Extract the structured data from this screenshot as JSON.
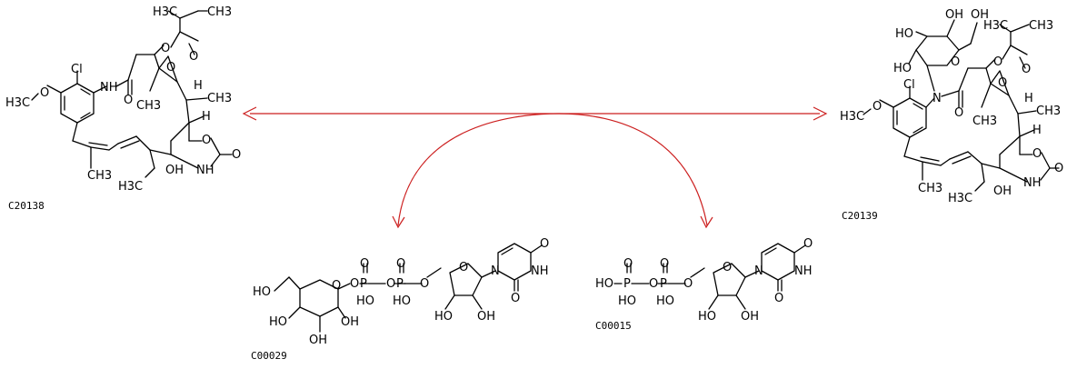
{
  "compounds": {
    "left": {
      "id": "C20138"
    },
    "right": {
      "id": "C20139"
    },
    "udp_glucose": {
      "id": "C00029"
    },
    "udp": {
      "id": "C00015"
    }
  },
  "labels": {
    "cl": "Cl",
    "nh": "NH",
    "n": "N",
    "h3c_o": "H3C",
    "o": "O",
    "h": "H",
    "oh": "OH",
    "ho": "HO",
    "ch3": "CH3",
    "h3c": "H3C",
    "p": "P"
  },
  "colors": {
    "arrow": "#cc1f1f",
    "structure": "#000000"
  }
}
